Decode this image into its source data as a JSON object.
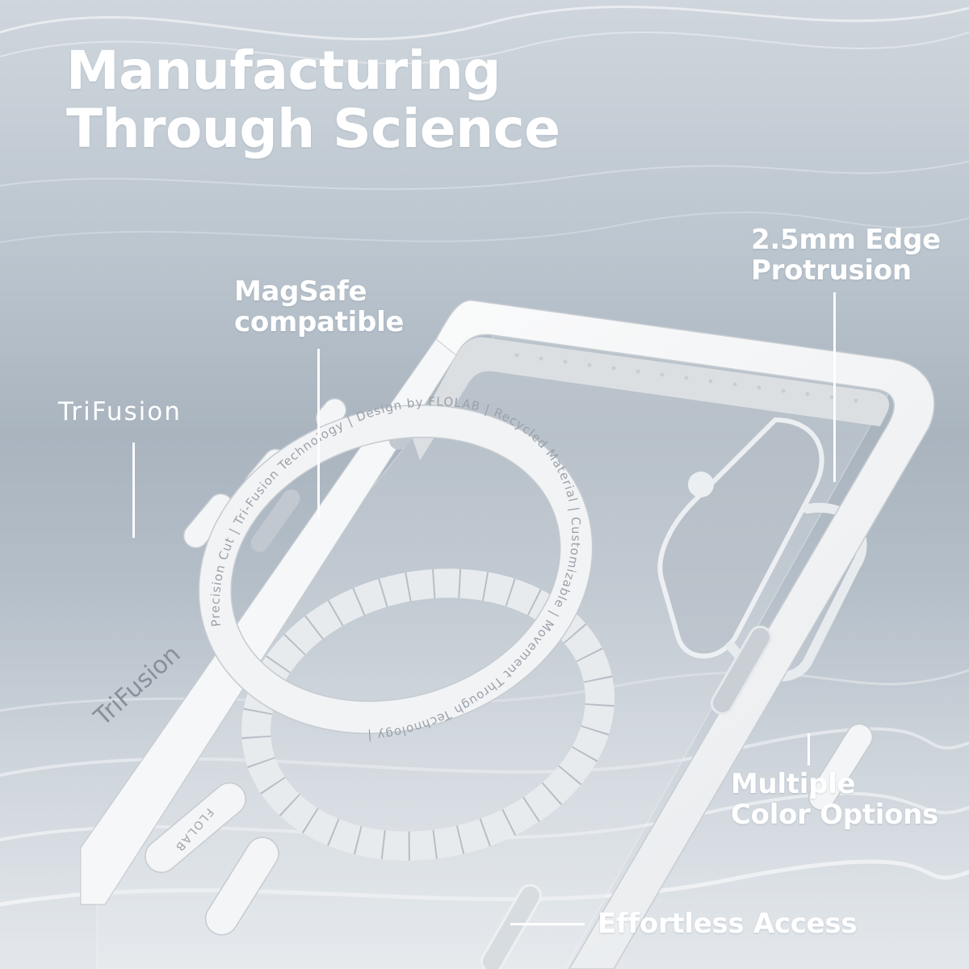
{
  "headline": {
    "line1": "Manufacturing",
    "line2": "Through Science"
  },
  "brand": {
    "logo_text": "TriFusion",
    "case_engraving": "TriFusion",
    "button_engraving": "FLOLAB"
  },
  "callouts": {
    "magsafe": {
      "line1": "MagSafe",
      "line2": "compatible"
    },
    "edge": {
      "line1": "2.5mm Edge",
      "line2": "Protrusion"
    },
    "colors": {
      "line1": "Multiple",
      "line2": "Color Options"
    },
    "access": {
      "line1": "Effortless Access"
    }
  },
  "magsafe_ring": {
    "engraving": "Precision Cut | Tri-Fusion Technology | Design by FLOLAB | Recycled Material | Customizable | Movement Through Technology |"
  },
  "colors": {
    "text": "#ffffff",
    "case": "#f4f5f6",
    "case_inner": "#dcdfe2",
    "background_mid": "#a9b4bf",
    "background_light": "#e4e8ec"
  }
}
